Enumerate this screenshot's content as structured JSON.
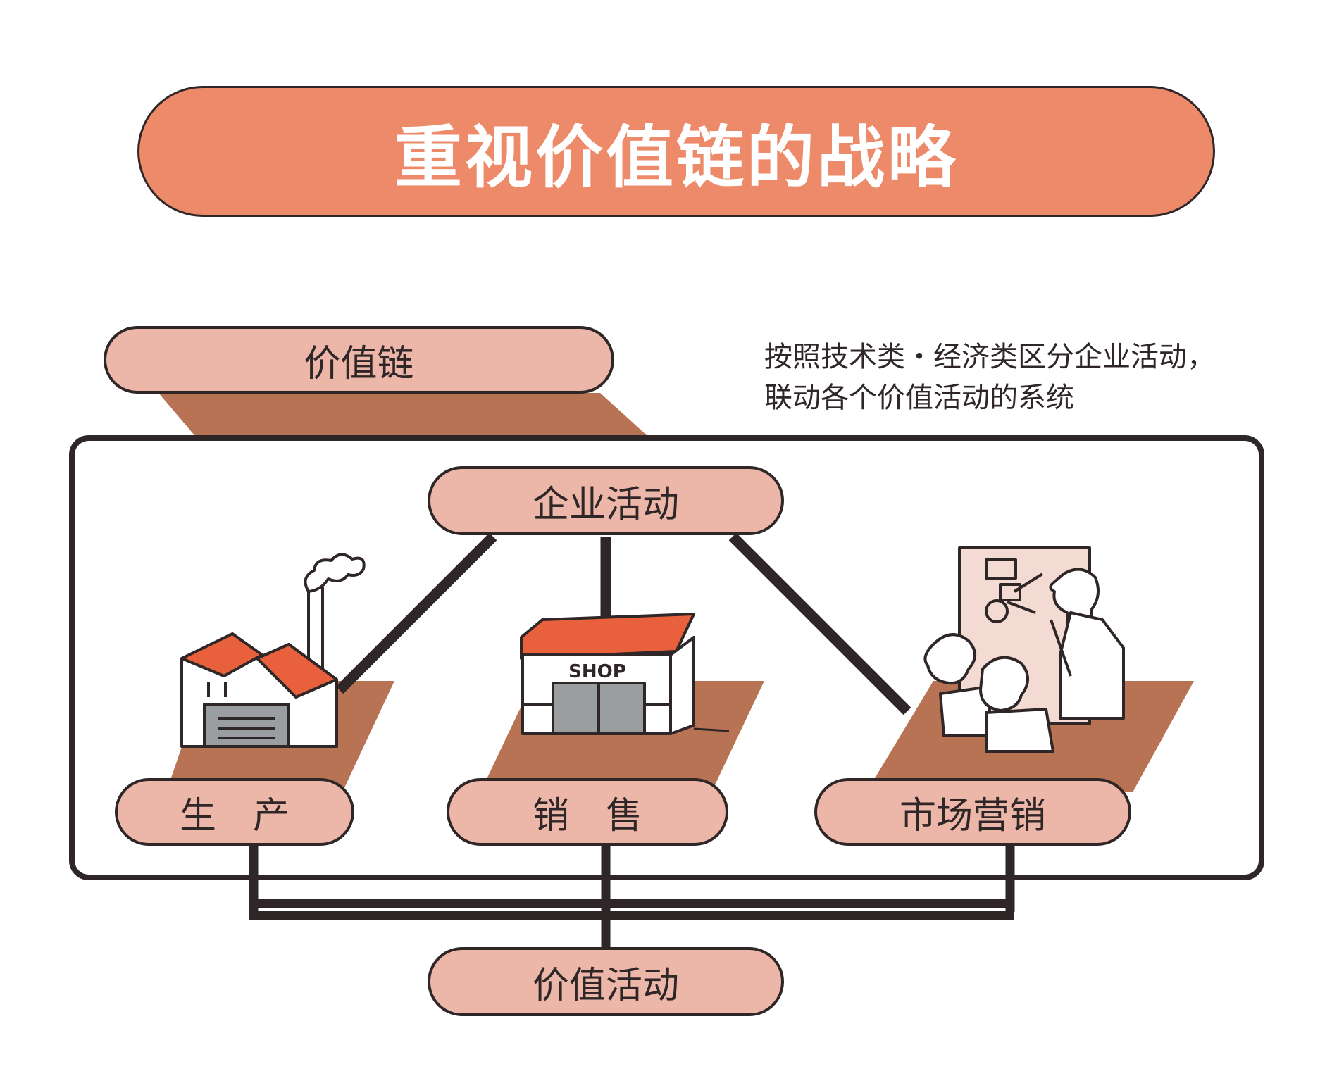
{
  "title": "重视价值链的战略",
  "value_chain_label": "价值链",
  "description": "按照技术类・经济类区分企业活动，\n联动各个价值活动的系统",
  "top_node": "企业活动",
  "bottom_node": "价值活动",
  "activities": [
    {
      "label": "生　产",
      "icon": "factory-icon"
    },
    {
      "label": "销　售",
      "icon": "shop-icon"
    },
    {
      "label": "市场营销",
      "icon": "marketing-meeting-icon"
    }
  ],
  "shop_sign": "SHOP",
  "colors": {
    "title_fill": "#ed8a69",
    "node_fill": "#ecb6a9",
    "platform_fill": "#b87355",
    "outline": "#2f2727",
    "roof_red": "#e8603c",
    "door_gray": "#9b9ea1"
  }
}
